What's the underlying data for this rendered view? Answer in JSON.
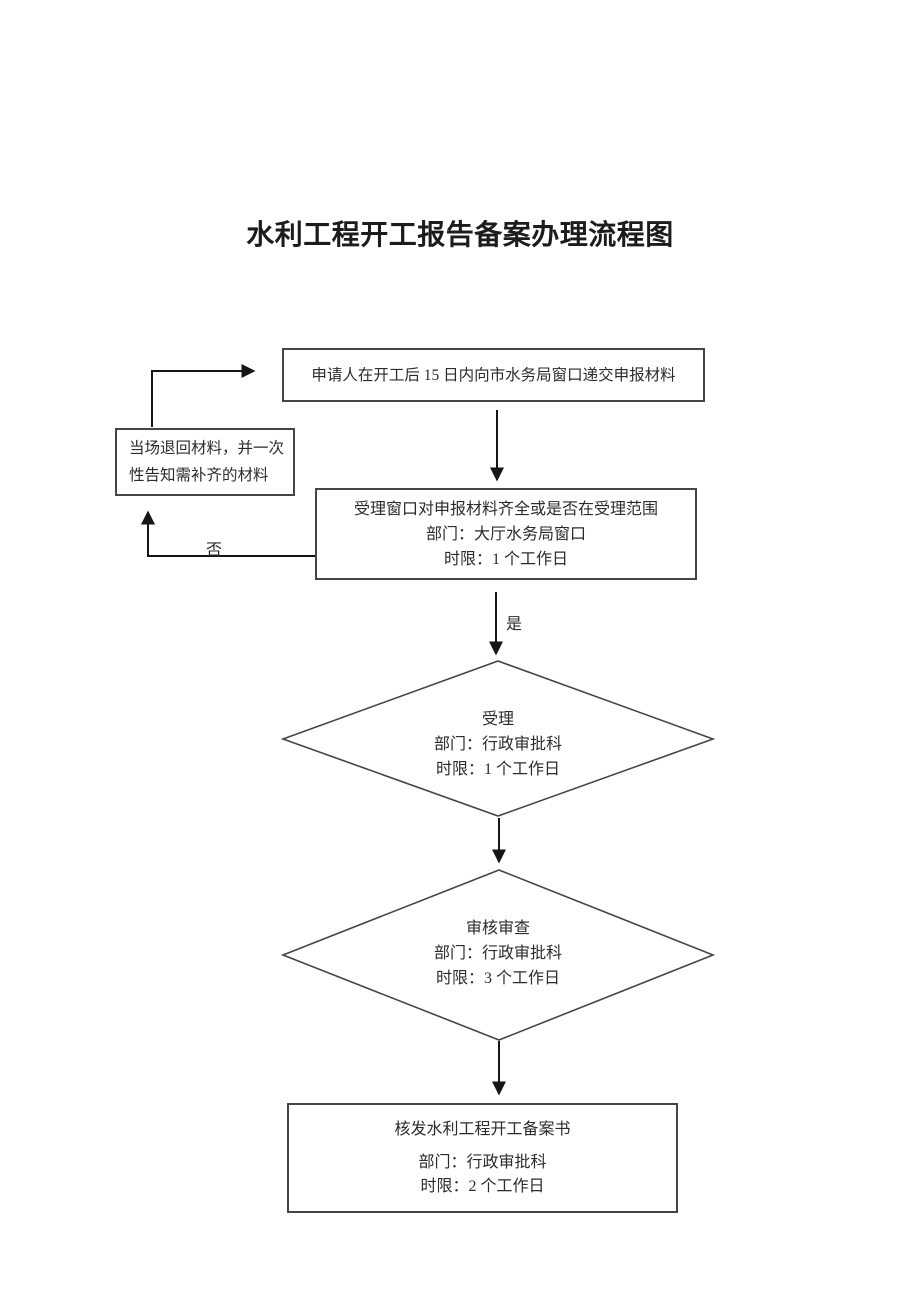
{
  "title": "水利工程开工报告备案办理流程图",
  "flowchart": {
    "submit_box": {
      "text": "申请人在开工后 15 日内向市水务局窗口递交申报材料"
    },
    "return_box": {
      "line1": "当场退回材料，并一次",
      "line2": "性告知需补齐的材料"
    },
    "review_box": {
      "line1": "受理窗口对申报材料齐全或是否在受理范围",
      "line2": "部门：大厅水务局窗口",
      "line3": "时限：1 个工作日"
    },
    "labels": {
      "no": "否",
      "yes": "是"
    },
    "accept_diamond": {
      "line1": "受理",
      "line2": "部门：行政审批科",
      "line3": "时限：1 个工作日"
    },
    "audit_diamond": {
      "line1": "审核审查",
      "line2": "部门：行政审批科",
      "line3": "时限：3 个工作日"
    },
    "issue_box": {
      "line1": "核发水利工程开工备案书",
      "line2": "部门：行政审批科",
      "line3": "时限：2 个工作日"
    }
  },
  "colors": {
    "shape_line": "#454545",
    "arrow": "#161616",
    "text": "#2b2b2b",
    "background": "#ffffff"
  }
}
